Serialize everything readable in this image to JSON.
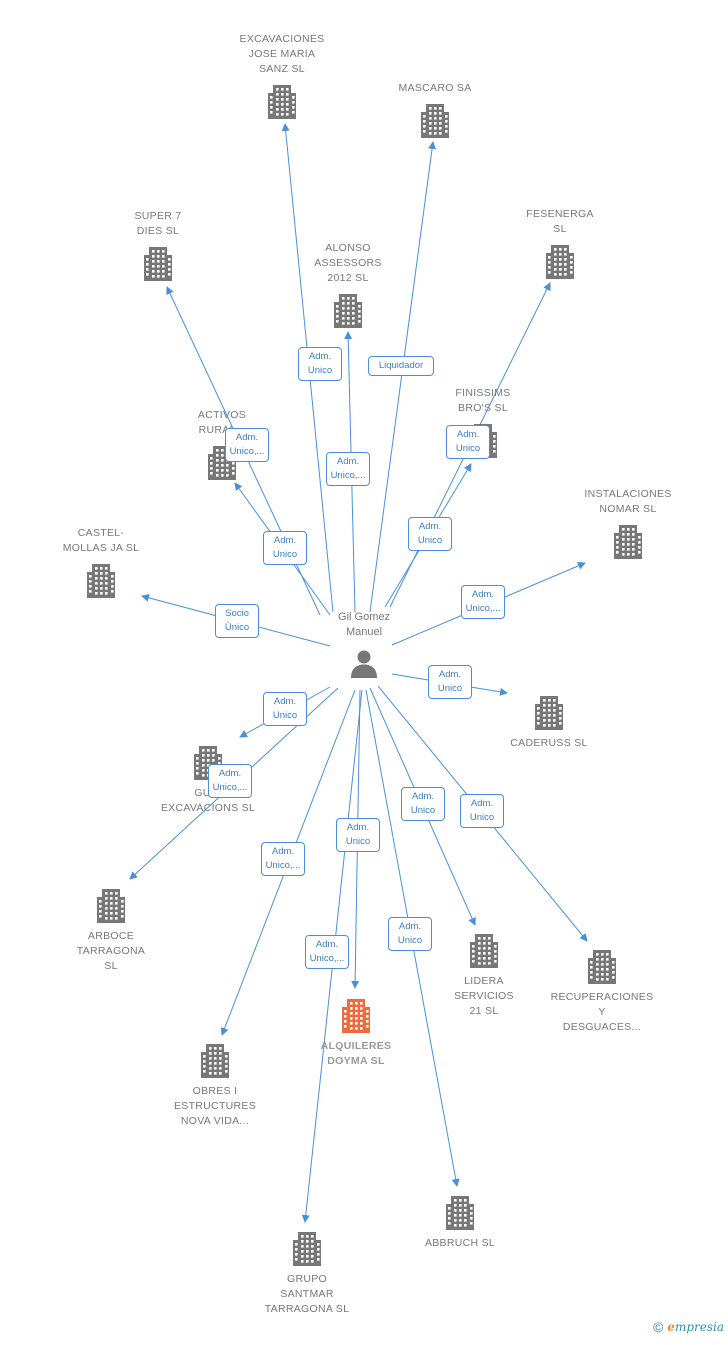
{
  "center": {
    "name_lines": [
      "Gil Gomez",
      "Manuel"
    ],
    "icon": "person-icon"
  },
  "colors": {
    "building": "#777777",
    "building_main": "#f26a3a",
    "edge": "#4a90d9"
  },
  "nodes": [
    {
      "id": "excavaciones",
      "lines": [
        "EXCAVACIONES",
        "JOSE MARIA",
        "SANZ SL"
      ],
      "main": false
    },
    {
      "id": "mascaro",
      "lines": [
        "MASCARO SA"
      ],
      "main": false
    },
    {
      "id": "super7",
      "lines": [
        "SUPER 7",
        "DIES SL"
      ],
      "main": false
    },
    {
      "id": "alonso",
      "lines": [
        "ALONSO",
        "ASSESSORS",
        "2012 SL"
      ],
      "main": false
    },
    {
      "id": "fesenerga",
      "lines": [
        "FESENERGA",
        "SL"
      ],
      "main": false
    },
    {
      "id": "finissims",
      "lines": [
        "FINISSIMS",
        "BRO'S  SL"
      ],
      "main": false
    },
    {
      "id": "activos",
      "lines": [
        "ACTIVOS",
        "RURAL..."
      ],
      "main": false
    },
    {
      "id": "instalaciones",
      "lines": [
        "INSTALACIONES",
        "NOMAR SL"
      ],
      "main": false
    },
    {
      "id": "castel",
      "lines": [
        "CASTEL-",
        "MOLLAS JA  SL"
      ],
      "main": false
    },
    {
      "id": "caderuss",
      "lines": [
        "CADERUSS SL"
      ],
      "main": false
    },
    {
      "id": "guiu",
      "lines": [
        "GUIU",
        "EXCAVACIONS SL"
      ],
      "main": false
    },
    {
      "id": "arboce",
      "lines": [
        "ARBOCE",
        "TARRAGONA",
        "SL"
      ],
      "main": false
    },
    {
      "id": "lidera",
      "lines": [
        "LIDERA",
        "SERVICIOS",
        "21  SL"
      ],
      "main": false
    },
    {
      "id": "recuperaciones",
      "lines": [
        "RECUPERACIONES",
        "Y",
        "DESGUACES..."
      ],
      "main": false
    },
    {
      "id": "alquileres",
      "lines": [
        "ALQUILERES",
        "DOYMA  SL"
      ],
      "main": true
    },
    {
      "id": "obres",
      "lines": [
        "OBRES I",
        "ESTRUCTURES",
        "NOVA VIDA..."
      ],
      "main": false
    },
    {
      "id": "abbruch",
      "lines": [
        "ABBRUCH SL"
      ],
      "main": false
    },
    {
      "id": "grupo",
      "lines": [
        "GRUPO",
        "SANTMAR",
        "TARRAGONA SL"
      ],
      "main": false
    }
  ],
  "edges": [
    {
      "to": "excavaciones",
      "role": [
        "Adm.",
        "Unico"
      ]
    },
    {
      "to": "mascaro",
      "role": [
        "Liquidador"
      ]
    },
    {
      "to": "super7",
      "role": [
        "Adm.",
        "Unico,..."
      ]
    },
    {
      "to": "alonso",
      "role": [
        "Adm.",
        "Unico,..."
      ]
    },
    {
      "to": "fesenerga",
      "role": [
        "Adm.",
        "Unico"
      ]
    },
    {
      "to": "finissims",
      "role": [
        "Adm.",
        "Unico"
      ]
    },
    {
      "to": "activos",
      "role": [
        "Adm.",
        "Unico"
      ]
    },
    {
      "to": "instalaciones",
      "role": [
        "Adm.",
        "Unico,..."
      ]
    },
    {
      "to": "castel",
      "role": [
        "Socio",
        "Único"
      ]
    },
    {
      "to": "caderuss",
      "role": [
        "Adm.",
        "Unico"
      ]
    },
    {
      "to": "guiu",
      "role": [
        "Adm.",
        "Unico"
      ]
    },
    {
      "to": "arboce",
      "role": [
        "Adm.",
        "Unico,..."
      ]
    },
    {
      "to": "lidera",
      "role": [
        "Adm.",
        "Unico"
      ]
    },
    {
      "to": "recuperaciones",
      "role": [
        "Adm.",
        "Unico"
      ]
    },
    {
      "to": "alquileres",
      "role": [
        "Adm.",
        "Unico"
      ]
    },
    {
      "to": "obres",
      "role": [
        "Adm.",
        "Unico,..."
      ]
    },
    {
      "to": "abbruch",
      "role": [
        "Adm.",
        "Unico"
      ]
    },
    {
      "to": "grupo",
      "role": [
        "Adm.",
        "Unico,..."
      ]
    }
  ],
  "footer": {
    "copyright": "©",
    "brand_initial": "e",
    "brand_rest": "mpresia"
  }
}
